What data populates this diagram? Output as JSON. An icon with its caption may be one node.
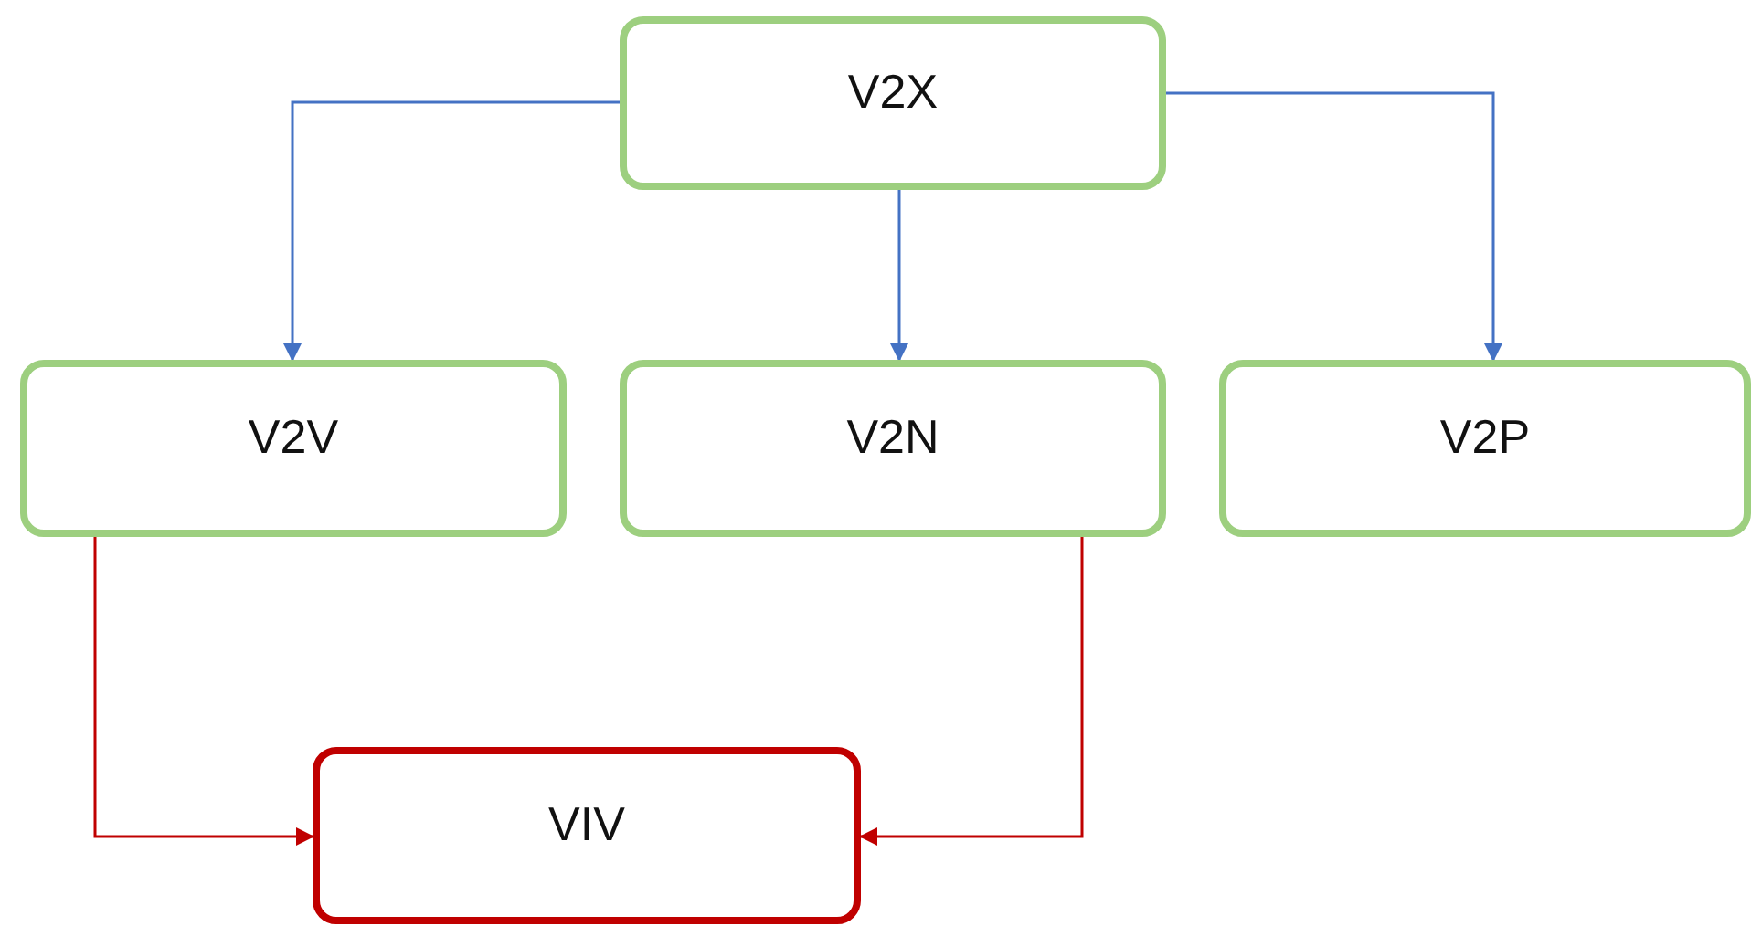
{
  "diagram": {
    "nodes": [
      {
        "text": [
          "V2X"
        ]
      },
      {
        "text": [
          "V2V"
        ]
      },
      {
        "text": [
          "V2N"
        ]
      },
      {
        "text": [
          "V2P"
        ]
      },
      {
        "text": [
          "VIV"
        ]
      }
    ],
    "edges": [
      {
        "from": 0,
        "to": 1,
        "arrow": "to"
      },
      {
        "from": 0,
        "to": 2,
        "arrow": "to"
      },
      {
        "from": 0,
        "to": 3,
        "arrow": "to"
      },
      {
        "from": 1,
        "to": 4,
        "arrow": "to",
        "color": "#c00000"
      },
      {
        "from": 2,
        "to": 4,
        "arrow": "to",
        "color": "#c00000"
      }
    ]
  }
}
